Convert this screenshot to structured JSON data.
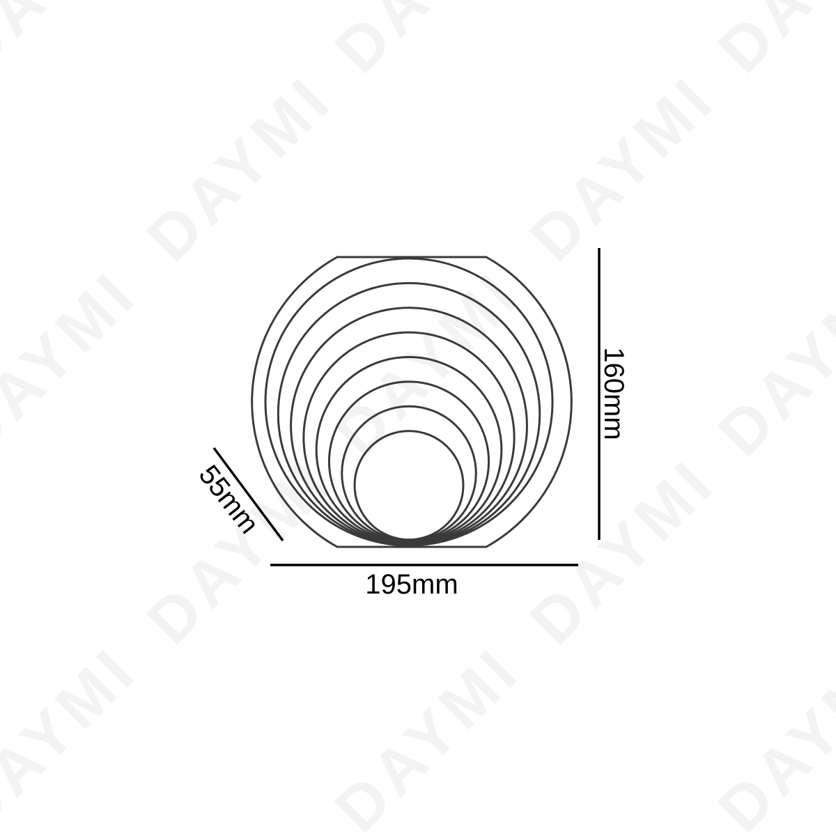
{
  "watermark": {
    "text": "DAYMI"
  },
  "product": {
    "name": "concentric ring vase",
    "ring_count": 8,
    "line_color": "#3a3a3a"
  },
  "dimensions": {
    "width_label": "195mm",
    "height_label": "160mm",
    "depth_label": "55mm"
  }
}
